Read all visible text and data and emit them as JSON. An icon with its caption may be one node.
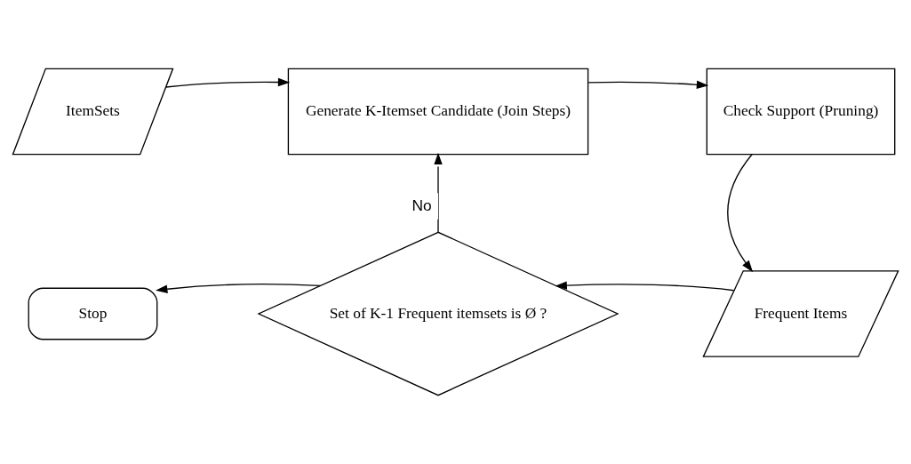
{
  "diagram": {
    "nodes": [
      {
        "text": [
          "ItemSets"
        ]
      },
      {
        "text": [
          "Generate K-Itemset Candidate (Join Steps)"
        ]
      },
      {
        "text": [
          "Check Support (Pruning)"
        ]
      },
      {
        "text": [
          "Frequent Items"
        ]
      },
      {
        "text": [
          "Set of K-1 Frequent itemsets is Ø ?"
        ]
      },
      {
        "text": [
          "Stop"
        ]
      }
    ],
    "edges": [
      {
        "from": 0,
        "to": 1,
        "arrow": "to"
      },
      {
        "from": 1,
        "to": 2,
        "arrow": "to"
      },
      {
        "from": 2,
        "to": 3,
        "arrow": "to"
      },
      {
        "from": 3,
        "to": 4,
        "arrow": "to"
      },
      {
        "from": 4,
        "to": 1,
        "arrow": "to",
        "label": "No"
      },
      {
        "from": 4,
        "to": 5,
        "arrow": "to"
      }
    ]
  }
}
